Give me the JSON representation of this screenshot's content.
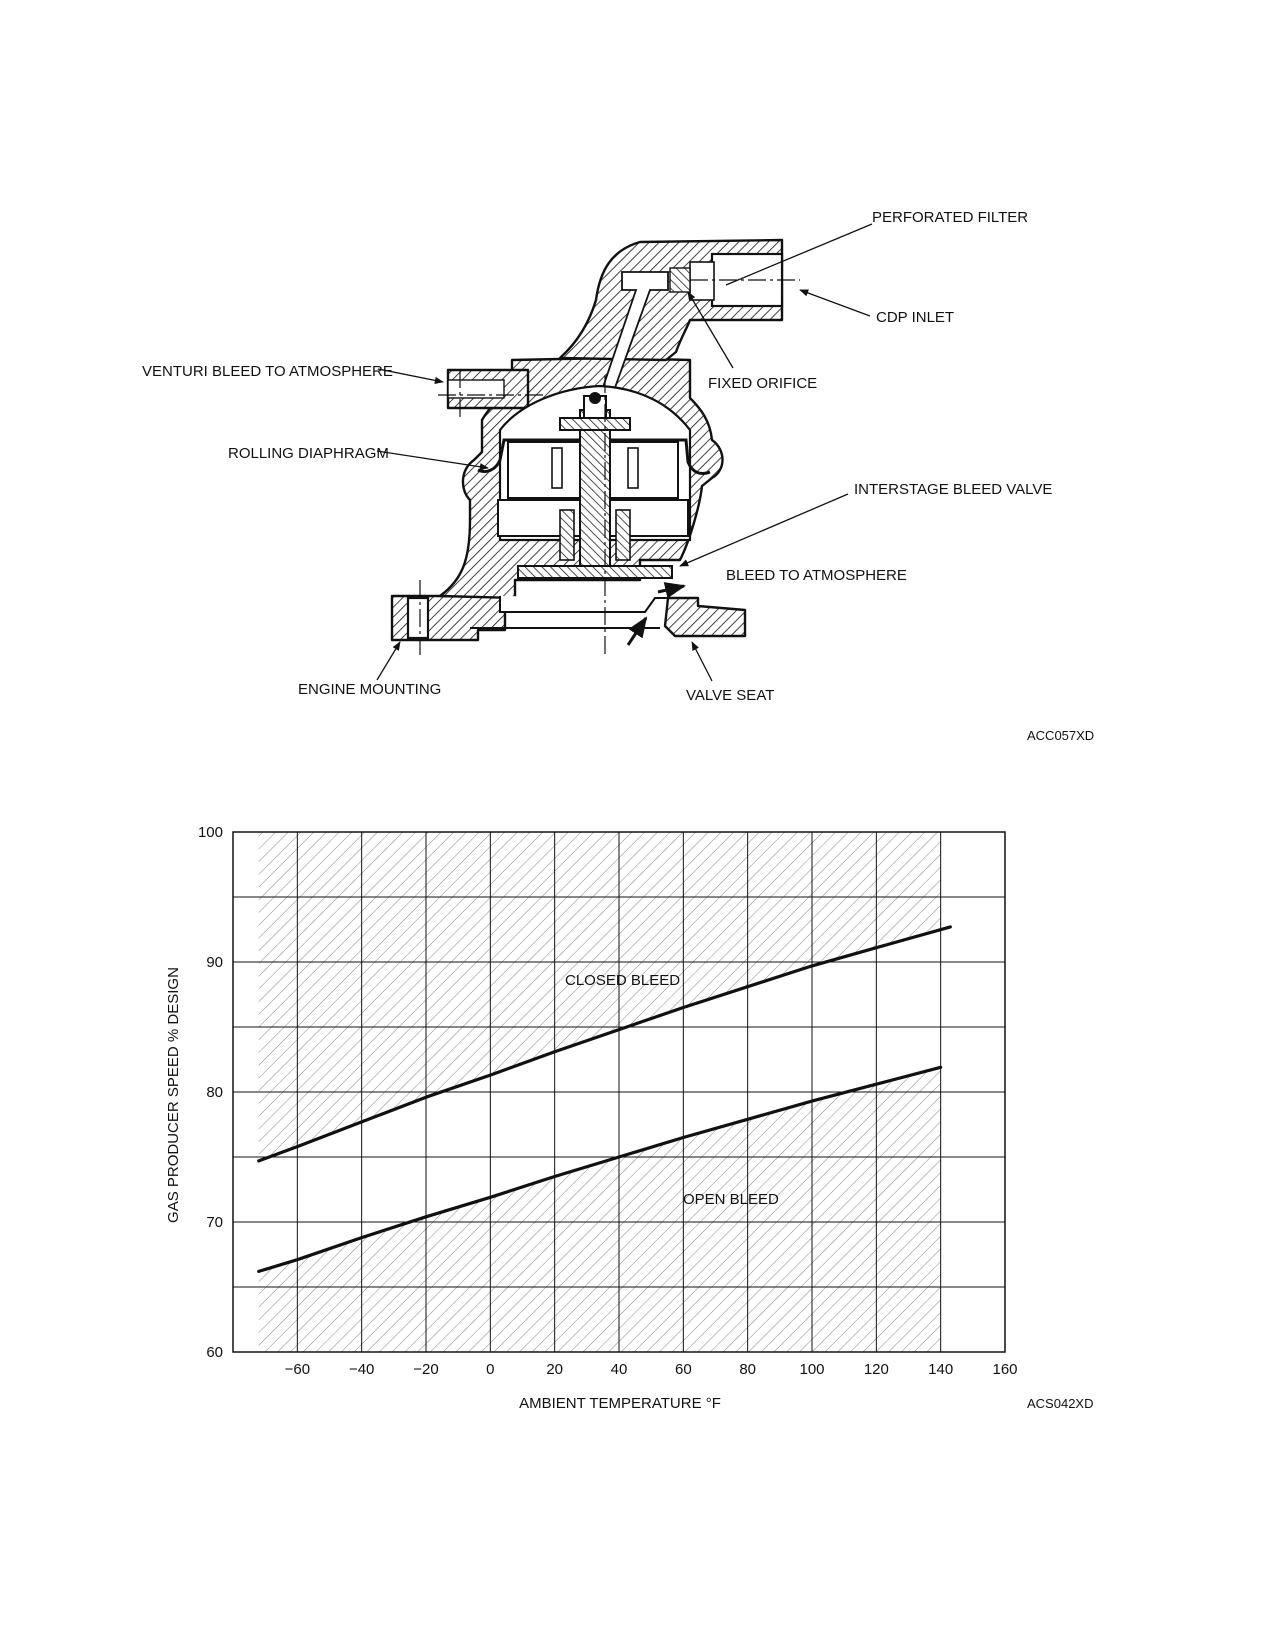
{
  "diagram": {
    "labels": {
      "perforated_filter": "PERFORATED FILTER",
      "cdp_inlet": "CDP INLET",
      "venturi_bleed": "VENTURI BLEED TO ATMOSPHERE",
      "fixed_orifice": "FIXED ORIFICE",
      "rolling_diaphragm": "ROLLING DIAPHRAGM",
      "interstage_bleed_valve": "INTERSTAGE BLEED VALVE",
      "bleed_to_atmosphere": "BLEED TO ATMOSPHERE",
      "engine_mounting": "ENGINE MOUNTING",
      "valve_seat": "VALVE SEAT"
    },
    "figure_code": "ACC057XD"
  },
  "chart_data": {
    "type": "line",
    "xlabel": "AMBIENT TEMPERATURE °F",
    "ylabel": "GAS PRODUCER SPEED % DESIGN",
    "xlim": [
      -80,
      160
    ],
    "ylim": [
      60,
      100
    ],
    "xticks": [
      -60,
      -40,
      -20,
      0,
      20,
      40,
      60,
      80,
      100,
      120,
      140,
      160
    ],
    "yticks": [
      60,
      70,
      80,
      90,
      100
    ],
    "grid": true,
    "region_labels": [
      "CLOSED BLEED",
      "OPEN BLEED"
    ],
    "series": [
      {
        "x": [
          -72,
          -60,
          -40,
          -20,
          0,
          20,
          40,
          60,
          80,
          100,
          120,
          143
        ],
        "values": [
          74.7,
          75.8,
          77.7,
          79.6,
          81.3,
          83.1,
          84.8,
          86.5,
          88.1,
          89.7,
          91.1,
          92.7
        ]
      },
      {
        "x": [
          -72,
          -60,
          -40,
          -20,
          0,
          20,
          40,
          60,
          80,
          100,
          120,
          140
        ],
        "values": [
          66.2,
          67.1,
          68.8,
          70.4,
          71.9,
          73.5,
          75.0,
          76.5,
          77.9,
          79.3,
          80.6,
          81.9
        ]
      }
    ],
    "figure_code": "ACS042XD"
  }
}
